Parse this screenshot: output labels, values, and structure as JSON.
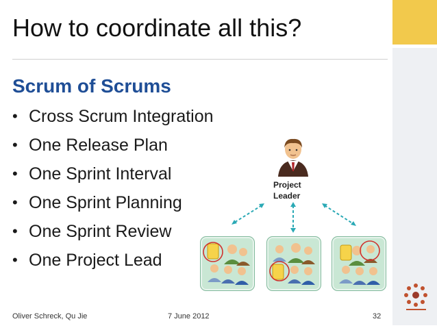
{
  "slide": {
    "title": "How to coordinate all this?",
    "subtitle": "Scrum of Scrums",
    "bullets": [
      "Cross Scrum Integration",
      "One Release Plan",
      "One Sprint Interval",
      "One Sprint Planning",
      "One Sprint Review",
      "One Project Lead"
    ],
    "bullet_glyph": "•"
  },
  "diagram": {
    "leader_label_line1": "Project",
    "leader_label_line2": "Leader",
    "teams": [
      "team-1",
      "team-2",
      "team-3"
    ],
    "arrow_color": "#2aa9b5",
    "team_bg_color": "#c9e7d4",
    "highlight_circle_color": "#d0312d"
  },
  "footer": {
    "authors": "Oliver Schreck,  Qu Jie",
    "date": "7 June 2012",
    "page_number": "32"
  },
  "colors": {
    "subtitle": "#1f4e96",
    "accent_top": "#f2c94c",
    "side_bar": "#eef0f3"
  },
  "icons": {
    "leader": "businessman-icon",
    "team_members": "people-icon",
    "logo": "scrum-gathering-logo-icon"
  }
}
